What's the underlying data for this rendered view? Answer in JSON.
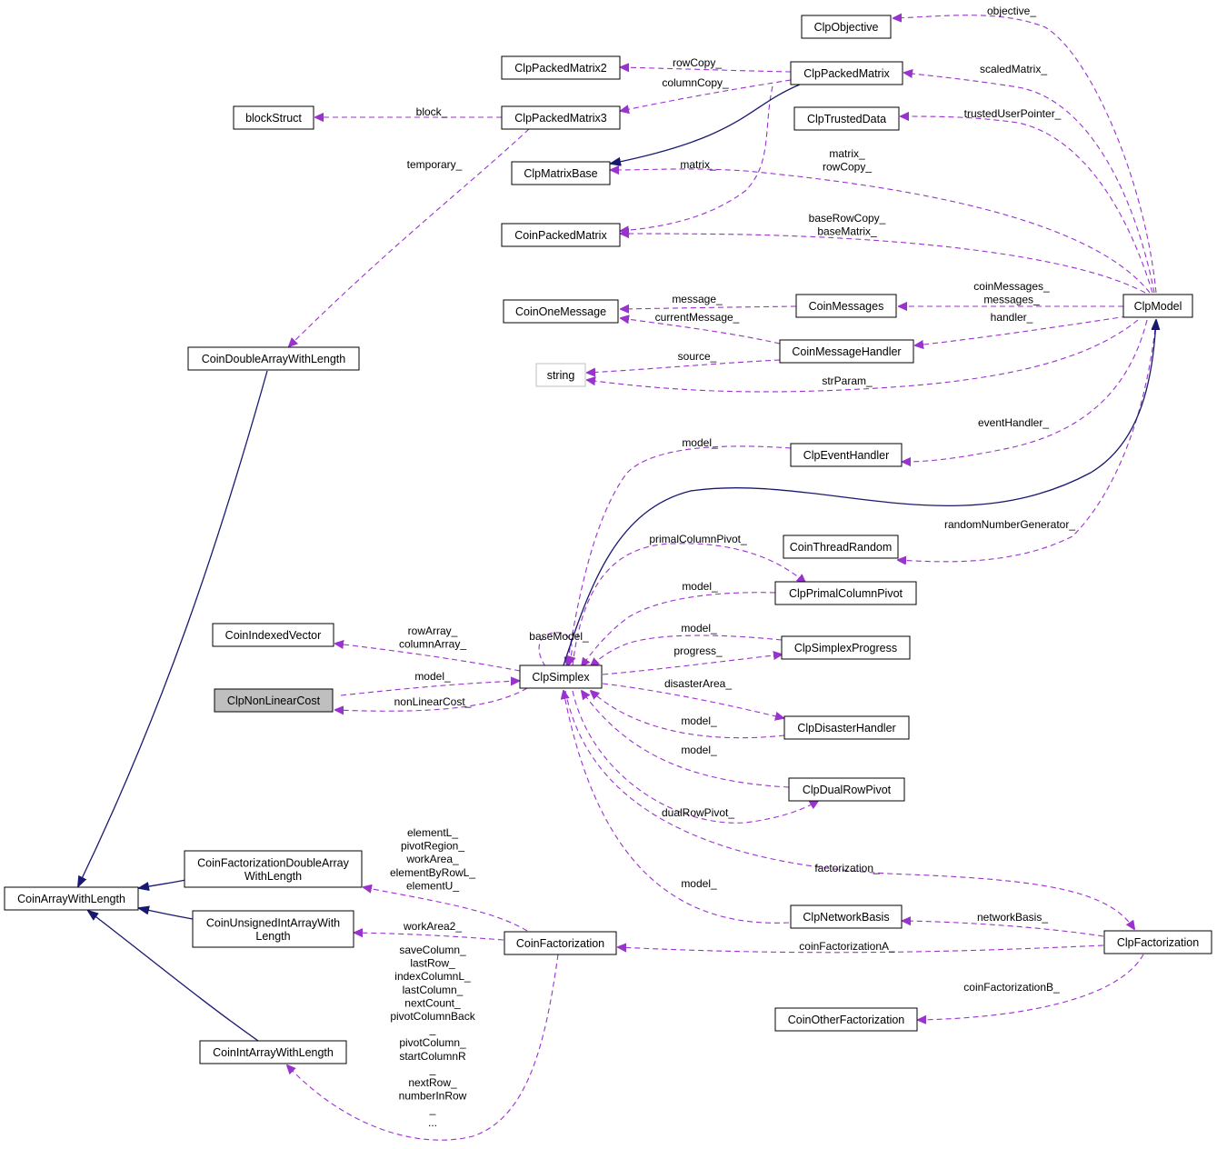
{
  "colors": {
    "inheritance": "#191970",
    "usage": "#9a32cd",
    "node_border": "#000000",
    "node_border_external": "#bfbfbf",
    "focus_fill": "#bfbfbf",
    "background": "#ffffff"
  },
  "nodes": {
    "ClpObjective": "ClpObjective",
    "ClpPackedMatrix2": "ClpPackedMatrix2",
    "ClpPackedMatrix": "ClpPackedMatrix",
    "blockStruct": "blockStruct",
    "ClpPackedMatrix3": "ClpPackedMatrix3",
    "ClpTrustedData": "ClpTrustedData",
    "ClpMatrixBase": "ClpMatrixBase",
    "CoinPackedMatrix": "CoinPackedMatrix",
    "CoinOneMessage": "CoinOneMessage",
    "CoinMessages": "CoinMessages",
    "ClpModel": "ClpModel",
    "CoinDoubleArrayWithLength": "CoinDoubleArrayWithLength",
    "CoinMessageHandler": "CoinMessageHandler",
    "string": "string",
    "ClpEventHandler": "ClpEventHandler",
    "CoinThreadRandom": "CoinThreadRandom",
    "ClpPrimalColumnPivot": "ClpPrimalColumnPivot",
    "CoinIndexedVector": "CoinIndexedVector",
    "ClpSimplexProgress": "ClpSimplexProgress",
    "ClpSimplex": "ClpSimplex",
    "ClpNonLinearCost": "ClpNonLinearCost",
    "ClpDisasterHandler": "ClpDisasterHandler",
    "ClpDualRowPivot": "ClpDualRowPivot",
    "CoinFactorizationDoubleArrayWithLength": [
      "CoinFactorizationDoubleArray",
      "WithLength"
    ],
    "CoinArrayWithLength": "CoinArrayWithLength",
    "CoinUnsignedIntArrayWithLength": [
      "CoinUnsignedIntArrayWith",
      "Length"
    ],
    "CoinFactorization": "CoinFactorization",
    "ClpNetworkBasis": "ClpNetworkBasis",
    "ClpFactorization": "ClpFactorization",
    "CoinOtherFactorization": "CoinOtherFactorization",
    "CoinIntArrayWithLength": "CoinIntArrayWithLength"
  },
  "edge_labels": {
    "objective": [
      "objective_"
    ],
    "rowCopy": [
      "rowCopy_"
    ],
    "columnCopy": [
      "columnCopy_"
    ],
    "scaledMatrix": [
      "scaledMatrix_"
    ],
    "block": [
      "block_"
    ],
    "trustedUserPointer": [
      "trustedUserPointer_"
    ],
    "temporary": [
      "temporary_"
    ],
    "matrixBase": [
      "matrix_"
    ],
    "matrixRowCopy": [
      "matrix_",
      "rowCopy_"
    ],
    "baseRowCopy": [
      "baseRowCopy_",
      "baseMatrix_"
    ],
    "message": [
      "message_"
    ],
    "coinMessages": [
      "coinMessages_",
      "messages_"
    ],
    "currentMessage": [
      "currentMessage_"
    ],
    "handler": [
      "handler_"
    ],
    "source": [
      "source_"
    ],
    "strParam": [
      "strParam_"
    ],
    "eventHandler": [
      "eventHandler_"
    ],
    "modelEvent": [
      "model_"
    ],
    "randomNumberGenerator": [
      "randomNumberGenerator_"
    ],
    "primalColumnPivot": [
      "primalColumnPivot_"
    ],
    "modelPrimal": [
      "model_"
    ],
    "rowArray": [
      "rowArray_",
      "columnArray_"
    ],
    "baseModel": [
      "baseModel_"
    ],
    "modelProgress": [
      "model_"
    ],
    "progress": [
      "progress_"
    ],
    "modelNonLinear": [
      "model_"
    ],
    "nonLinearCost": [
      "nonLinearCost_"
    ],
    "disasterArea": [
      "disasterArea_"
    ],
    "modelDisaster": [
      "model_"
    ],
    "modelDual": [
      "model_"
    ],
    "dualRowPivot": [
      "dualRowPivot_"
    ],
    "elementL": [
      "elementL_",
      "pivotRegion_",
      "workArea_",
      "elementByRowL_",
      "elementU_"
    ],
    "factorization": [
      "factorization_"
    ],
    "modelNetwork": [
      "model_"
    ],
    "networkBasis": [
      "networkBasis_"
    ],
    "workArea2": [
      "workArea2_"
    ],
    "coinFactorizationA": [
      "coinFactorizationA_"
    ],
    "saveColumn": [
      "saveColumn_",
      "lastRow_",
      "indexColumnL_",
      "lastColumn_",
      "nextCount_",
      "pivotColumnBack",
      "_",
      "pivotColumn_",
      "startColumnR",
      "_",
      "nextRow_",
      "numberInRow",
      "_",
      "..."
    ],
    "coinFactorizationB": [
      "coinFactorizationB_"
    ]
  }
}
